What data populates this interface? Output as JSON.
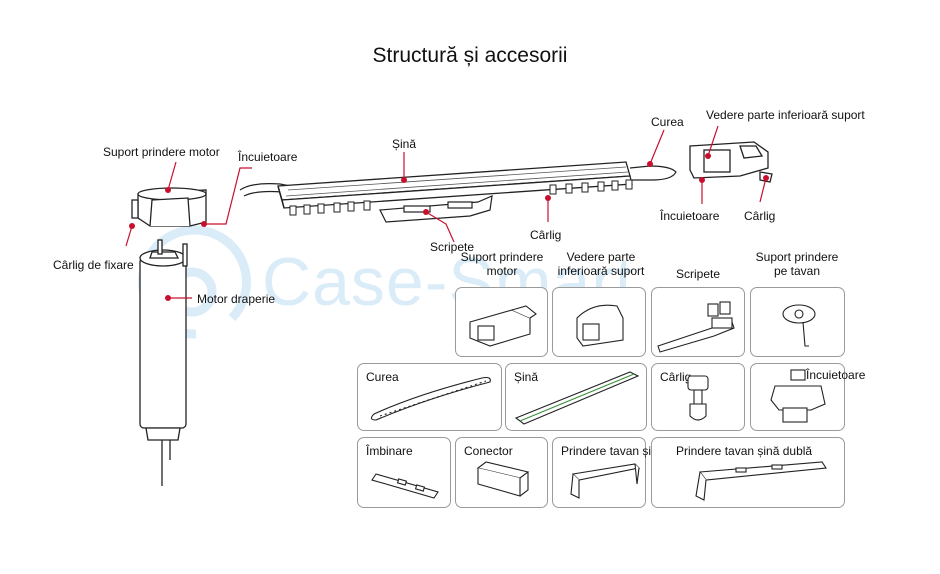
{
  "title": "Structură și accesorii",
  "watermark": "Case-Smart",
  "colors": {
    "pointer": "#c8102e",
    "outline": "#222222",
    "watermark": "#cfe6f5"
  },
  "callouts": {
    "suport_motor": "Suport prindere motor",
    "incuietoare_left": "Încuietoare",
    "sina": "Șină",
    "curea": "Curea",
    "vedere": "Vedere parte inferioară suport",
    "carlig_fixare": "Cârlig de fixare",
    "motor": "Motor draperie",
    "scripete": "Scripete",
    "carlig_mid": "Cârlig",
    "incuietoare_right": "Încuietoare",
    "carlig_right": "Cârlig"
  },
  "accessories": {
    "top_labels": {
      "suport_motor": "Suport prindere motor",
      "vedere": "Vedere parte inferioară suport",
      "scripete": "Scripete",
      "suport_tavan": "Suport prindere pe tavan"
    },
    "curea": "Curea",
    "sina": "Șină",
    "carlig": "Cârlig",
    "incuietoare": "Încuietoare",
    "imbinare": "Îmbinare",
    "conector": "Conector",
    "prindere_tavan": "Prindere tavan șină",
    "prindere_tavan_dubla": "Prindere tavan șină dublă"
  }
}
